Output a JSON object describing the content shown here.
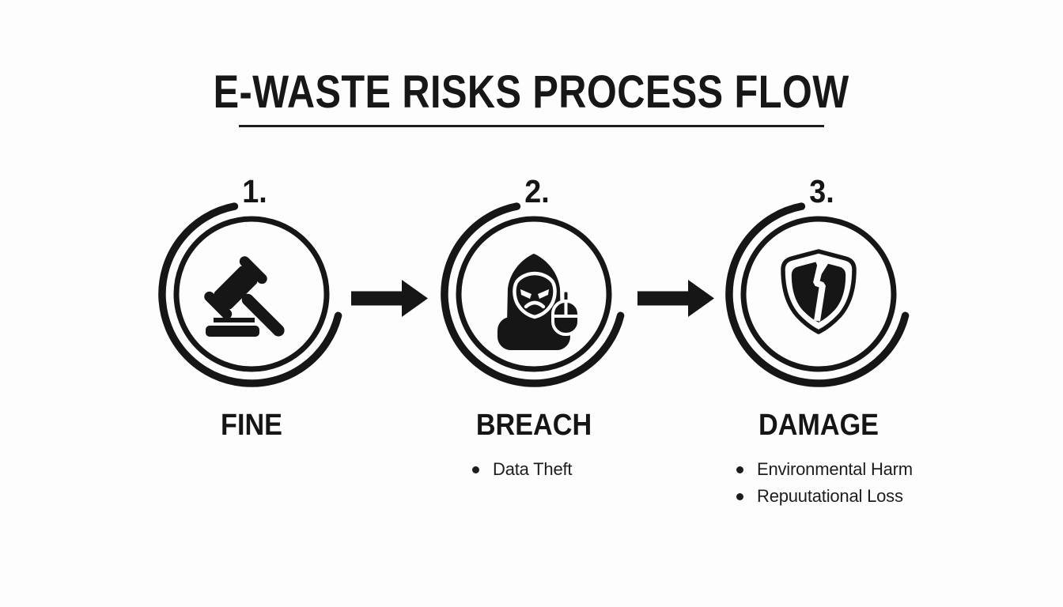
{
  "colors": {
    "background": "#fdfdfd",
    "ink": "#161616"
  },
  "title": {
    "text": "E-WASTE RISKS PROCESS FLOW"
  },
  "steps": [
    {
      "number": "1.",
      "label": "FINE",
      "icon": "gavel-icon",
      "bullets": []
    },
    {
      "number": "2.",
      "label": "BREACH",
      "icon": "hacker-mouse-icon",
      "bullets": [
        "Data Theft"
      ]
    },
    {
      "number": "3.",
      "label": "DAMAGE",
      "icon": "broken-shield-icon",
      "bullets": [
        "Environmental Harm",
        "Repuutational Loss"
      ]
    }
  ],
  "arrows": [
    {
      "icon": "right-arrow"
    },
    {
      "icon": "right-arrow"
    }
  ]
}
